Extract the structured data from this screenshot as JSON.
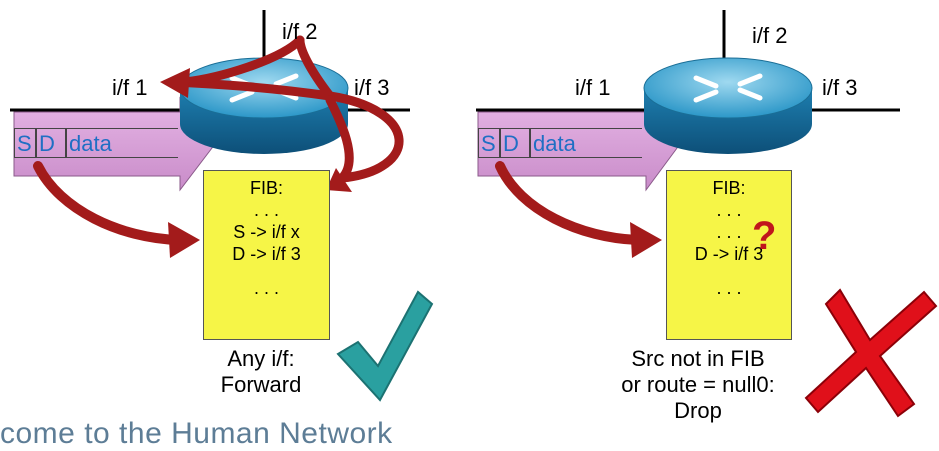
{
  "left": {
    "if1": "i/f 1",
    "if2": "i/f 2",
    "if3": "i/f 3",
    "packet": {
      "src": "S",
      "dst": "D",
      "payload": "data"
    },
    "fib": {
      "title": "FIB:",
      "lines": [
        ". . .",
        "S -> i/f x",
        "D -> i/f 3",
        ". . ."
      ]
    },
    "caption": [
      "Any i/f:",
      "Forward"
    ],
    "verdict_icon": "checkmark-icon"
  },
  "right": {
    "if1": "i/f 1",
    "if2": "i/f 2",
    "if3": "i/f 3",
    "packet": {
      "src": "S",
      "dst": "D",
      "payload": "data"
    },
    "fib": {
      "title": "FIB:",
      "lines": [
        ". . .",
        ". . .",
        "D -> i/f 3",
        ". . ."
      ],
      "unknown_mark": "?"
    },
    "caption": [
      "Src not in FIB",
      "or route = null0:",
      "Drop"
    ],
    "verdict_icon": "x-mark-icon"
  },
  "footer": {
    "banner": "come to the Human Network"
  },
  "colors": {
    "packet_fill": "#d9a0d9",
    "packet_text": "#1f6fc4",
    "fib_fill": "#f6f547",
    "router_blue": "#2c97c8",
    "arrow_red": "#a31b1b",
    "check_teal": "#2aa0a0",
    "x_red": "#e0101a"
  }
}
